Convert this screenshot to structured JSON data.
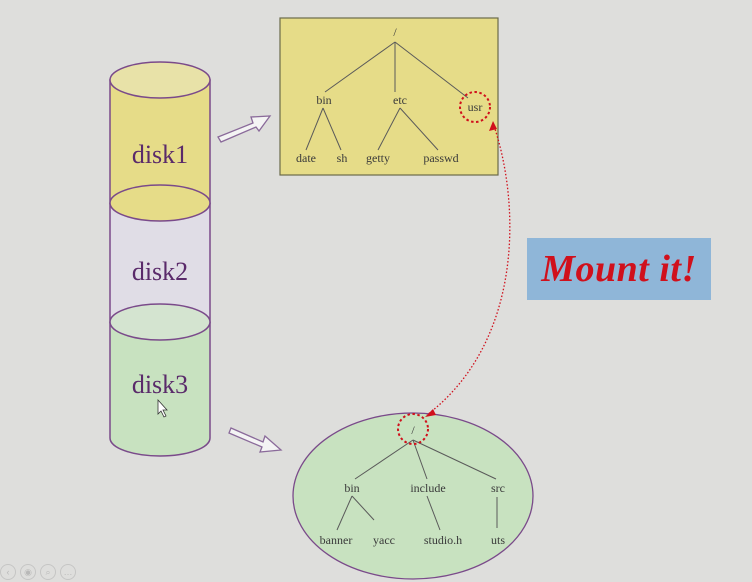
{
  "disks": [
    {
      "label": "disk1",
      "color": "#e6dc88"
    },
    {
      "label": "disk2",
      "color": "#e0dde6"
    },
    {
      "label": "disk3",
      "color": "#c8e2c0"
    }
  ],
  "tree_top": {
    "root": "/",
    "children": [
      {
        "label": "bin",
        "leaves": [
          "date",
          "sh"
        ]
      },
      {
        "label": "etc",
        "leaves": [
          "getty",
          "passwd"
        ]
      },
      {
        "label": "usr",
        "leaves": []
      }
    ],
    "box_color": "#e6dc88"
  },
  "tree_bottom": {
    "root": "/",
    "children": [
      {
        "label": "bin",
        "leaves": [
          "banner",
          "yacc"
        ]
      },
      {
        "label": "include",
        "leaves": [
          "studio.h"
        ]
      },
      {
        "label": "src",
        "leaves": [
          "uts"
        ]
      }
    ],
    "ellipse_color": "#c8e2c0"
  },
  "callout": {
    "text": "Mount it!",
    "bg": "#8fb6d8",
    "fg": "#d0101c"
  },
  "colors": {
    "mount_link": "#d0101c",
    "cylinder_stroke": "#7a4a8a"
  }
}
